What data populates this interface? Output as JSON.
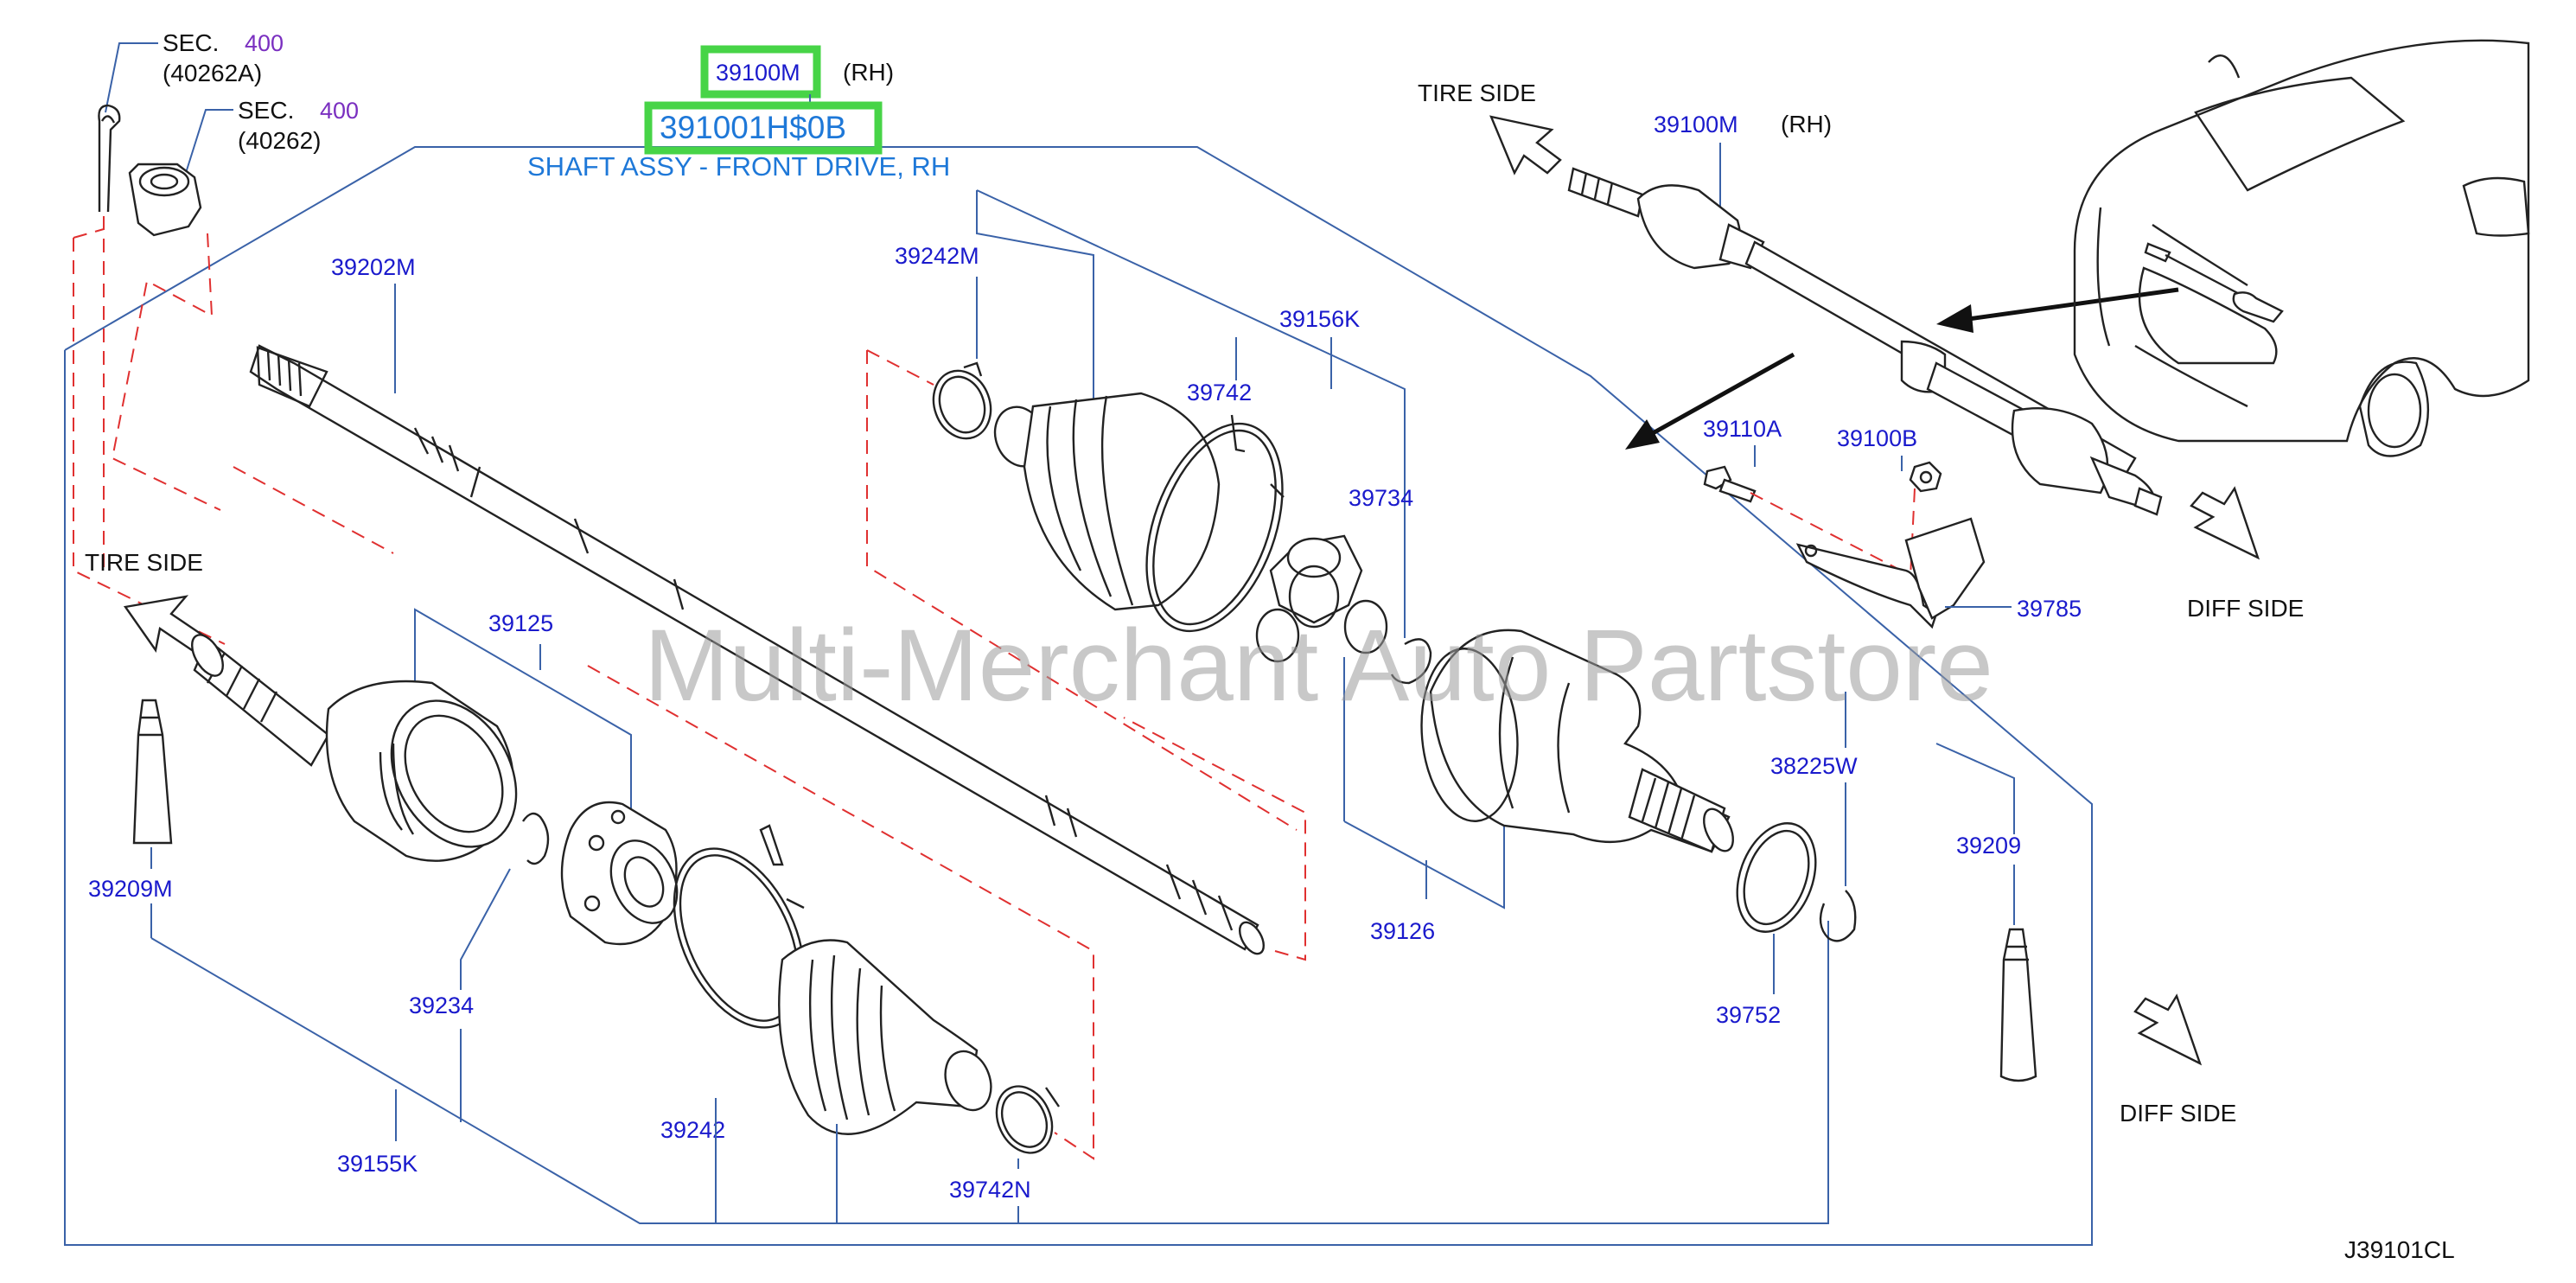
{
  "header": {
    "part_code_box": "39100M",
    "rh_label": "(RH)",
    "part_number_box": "391001H$0B",
    "assembly_title": "SHAFT ASSY - FRONT DRIVE, RH"
  },
  "sections": {
    "sec1_prefix": "SEC.",
    "sec1_num": "400",
    "sec1_ref": "(40262A)",
    "sec2_prefix": "SEC.",
    "sec2_num": "400",
    "sec2_ref": "(40262)"
  },
  "side_labels": {
    "tire_side_left": "TIRE   SIDE",
    "tire_side_right": "TIRE   SIDE",
    "diff_side_upper": "DIFF   SIDE",
    "diff_side_lower": "DIFF   SIDE"
  },
  "parts": {
    "p39202M": "39202M",
    "p39242M": "39242M",
    "p39156K": "39156K",
    "p39742": "39742",
    "p39734": "39734",
    "p39125": "39125",
    "p39209M": "39209M",
    "p39234": "39234",
    "p39155K": "39155K",
    "p39242": "39242",
    "p39742N": "39742N",
    "p39126": "39126",
    "p38225W": "38225W",
    "p39752": "39752",
    "p39209": "39209",
    "p39100M_inset": "39100M",
    "rh_inset": "(RH)",
    "p39110A": "39110A",
    "p39100B": "39100B",
    "p39785": "39785"
  },
  "diagram_code": "J39101CL",
  "watermark": "Multi-Merchant Auto Partstore",
  "colors": {
    "label_blue": "#1a1acc",
    "title_blue": "#1e78d8",
    "leader_blue": "#3a62a8",
    "dash_red": "#e03030",
    "highlight_green": "#47d447",
    "section_purple": "#7a2fc0"
  }
}
